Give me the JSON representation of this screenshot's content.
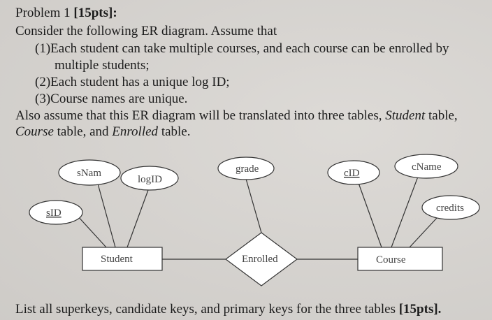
{
  "problem": {
    "heading_prefix": "Problem 1 ",
    "heading_points": "[15pts]:",
    "intro": "Consider the following ER diagram. Assume that",
    "assumption_1_line1": "(1)Each student can take multiple courses, and each course can be enrolled by",
    "assumption_1_line2": "multiple students;",
    "assumption_2": "(2)Each student has a unique log ID;",
    "assumption_3": "(3)Course names are unique.",
    "also_line1_a": "Also assume that this ER diagram will be translated into three tables, ",
    "also_line1_b": "Student",
    "also_line1_c": " table,",
    "also_line2_a": "Course",
    "also_line2_b": " table, and ",
    "also_line2_c": "Enrolled",
    "also_line2_d": " table.",
    "question_a": "List all superkeys, candidate keys, and primary keys for the three tables ",
    "question_b": "[15pts]."
  },
  "diagram": {
    "entities": {
      "student": "Student",
      "course": "Course"
    },
    "relationship": "Enrolled",
    "attributes": {
      "sname": "sNam",
      "logid": "logID",
      "sid": "sID",
      "grade": "grade",
      "cid": "cID",
      "cname": "cName",
      "credits": "credits"
    }
  }
}
